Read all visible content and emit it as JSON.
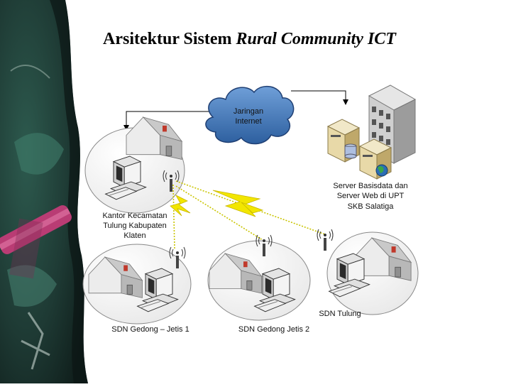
{
  "title": {
    "main": "Arsitektur Sistem ",
    "italic": "Rural Community ICT"
  },
  "nodes": {
    "internet": {
      "line1": "Jaringan",
      "line2": "Internet"
    },
    "server": {
      "line1": "Server Basisdata dan",
      "line2": "Server Web di UPT",
      "line3": "SKB Salatiga"
    },
    "kantor": {
      "line1": "Kantor Kecamatan",
      "line2": "Tulung Kabupaten",
      "line3": "Klaten"
    },
    "sdn1": {
      "label": "SDN Gedong – Jetis 1"
    },
    "sdn2": {
      "label": "SDN Gedong Jetis 2"
    },
    "sdn3": {
      "label": "SDN Tulung"
    }
  },
  "colors": {
    "chalkboard": "#1f3b35",
    "chalk_green": "#4f8f7a",
    "chalk_pink": "#c0417a",
    "cloud": "#3d6fb0",
    "lightning": "#f2e600",
    "wireless": "#c9c400",
    "house_roof": "#c8c8c8",
    "house_wall": "#e2e2e2"
  }
}
